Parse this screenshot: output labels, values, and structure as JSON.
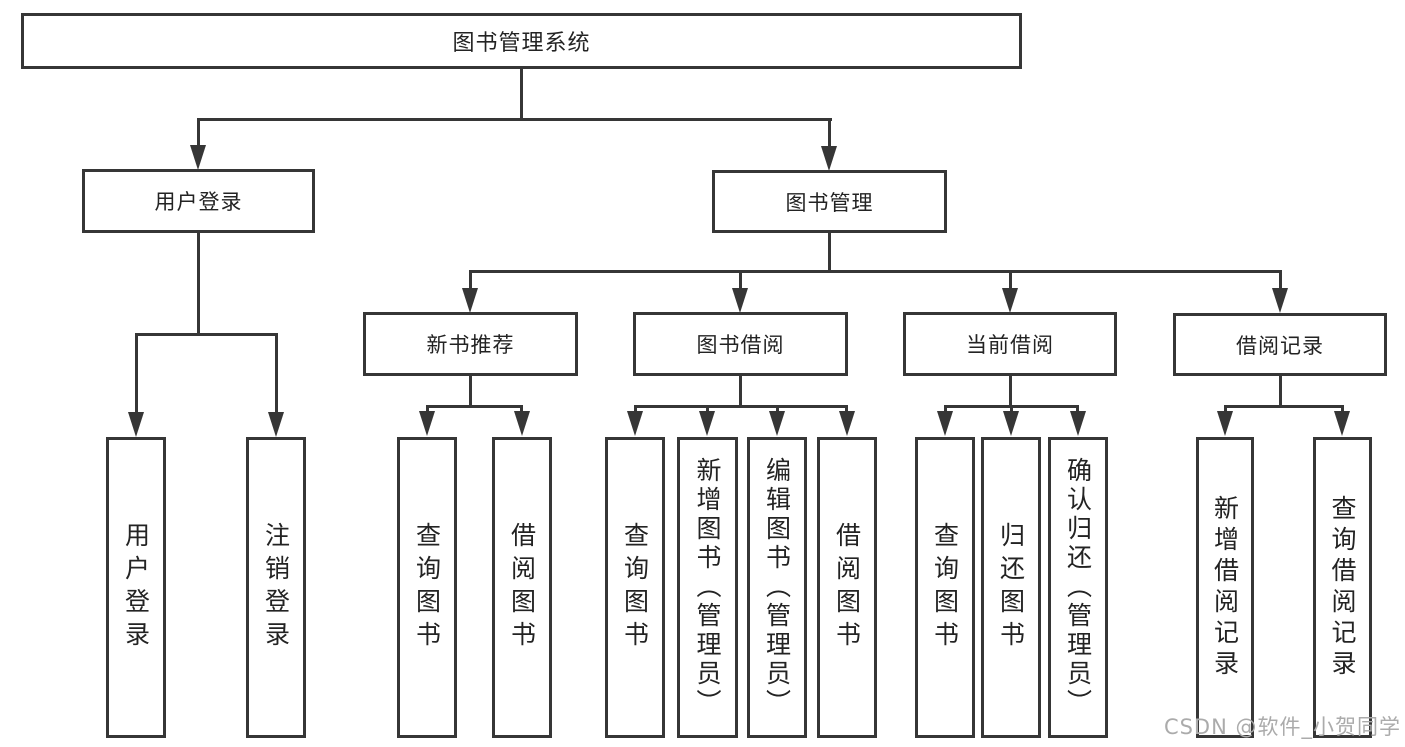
{
  "colors": {
    "line": "#363636",
    "text": "#232323",
    "watermark_text_color": "#ababab",
    "background": "#ffffff"
  },
  "watermark": "CSDN @软件_小贺同学",
  "diagram": {
    "type": "hierarchy-tree",
    "root": {
      "label": "图书管理系统",
      "children": [
        {
          "label": "用户登录",
          "children": [
            {
              "label": "用户登录"
            },
            {
              "label": "注销登录"
            }
          ]
        },
        {
          "label": "图书管理",
          "children": [
            {
              "label": "新书推荐",
              "children": [
                {
                  "label": "查询图书"
                },
                {
                  "label": "借阅图书"
                }
              ]
            },
            {
              "label": "图书借阅",
              "children": [
                {
                  "label": "查询图书"
                },
                {
                  "label": "新增图书（管理员）"
                },
                {
                  "label": "编辑图书（管理员）"
                },
                {
                  "label": "借阅图书"
                }
              ]
            },
            {
              "label": "当前借阅",
              "children": [
                {
                  "label": "查询图书"
                },
                {
                  "label": "归还图书"
                },
                {
                  "label": "确认归还（管理员）"
                }
              ]
            },
            {
              "label": "借阅记录",
              "children": [
                {
                  "label": "新增借阅记录"
                },
                {
                  "label": "查询借阅记录"
                }
              ]
            }
          ]
        }
      ]
    }
  }
}
